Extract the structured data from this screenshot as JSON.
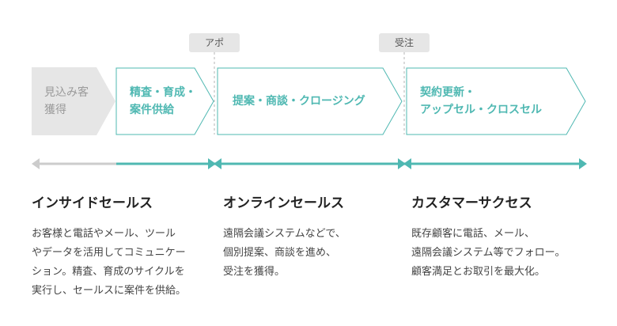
{
  "stages": [
    {
      "label": "見込み客\n獲得",
      "color": "#e6e6e6"
    },
    {
      "label": "精査・育成・\n案件供給",
      "color": "#4fb8b2"
    },
    {
      "label": "提案・商談・クロージング",
      "color": "#4fb8b2"
    },
    {
      "label": "契約更新・\nアップセル・クロスセル",
      "color": "#4fb8b2"
    }
  ],
  "milestones": [
    "アポ",
    "受注"
  ],
  "sections": [
    {
      "title": "インサイドセールス",
      "desc": "お客様と電話やメール、ツール\nやデータを活用してコミュニケー\nション。精査、育成のサイクルを\n実行し、セールスに案件を供給。"
    },
    {
      "title": "オンラインセールス",
      "desc": "遠隔会議システムなどで、\n個別提案、商談を進め、\n受注を獲得。"
    },
    {
      "title": "カスタマーサクセス",
      "desc": "既存顧客に電話、メール、\n遠隔会議システム等でフォロー。\n顧客満足とお取引を最大化。"
    }
  ],
  "colors": {
    "accent": "#4fb8b2",
    "muted": "#cccccc",
    "gray_fill": "#e6e6e6",
    "milestone_line": "#b5b5b5"
  }
}
